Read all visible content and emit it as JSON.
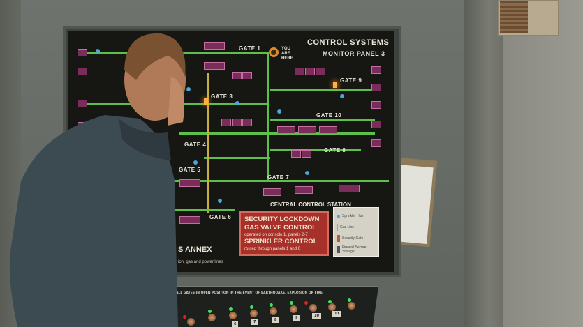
{
  "panel": {
    "title_line1": "CONTROL SYSTEMS",
    "title_line2": "MONITOR PANEL 3",
    "you_are_here": "YOU ARE HERE",
    "gates": [
      "GATE 1",
      "GATE 3",
      "GATE 4",
      "GATE 5",
      "GATE 6",
      "GATE 7",
      "GATE 8",
      "GATE 9",
      "GATE 10"
    ],
    "central_station": "CENTRAL CONTROL STATION",
    "red_box": {
      "line1": "SECURITY LOCKDOWN",
      "line2": "GAS VALVE CONTROL",
      "line2_sub": "operated on console 1, panels 2-7",
      "line3": "SPRINKLER CONTROL",
      "line3_sub": "routed through panels 1 and 6"
    },
    "legend": [
      "Sprinkler Hub",
      "Gas Line",
      "Security Gate",
      "Firewall Secure Storage"
    ],
    "annex": "S ANNEX",
    "annex_sub": "ion, gas and power lines"
  },
  "console": {
    "notice": "ALL GATES IN OPEN POSITION IN THE EVENT OF EARTHQUAKE, EXPLOSION OR FIRE",
    "buttons": [
      "6",
      "7",
      "8",
      "9",
      "10",
      "11"
    ]
  },
  "colors": {
    "trace": "#5cc04a",
    "node": "#7a2c5a",
    "alert": "#a8302a",
    "hub": "#4aa8d8"
  }
}
